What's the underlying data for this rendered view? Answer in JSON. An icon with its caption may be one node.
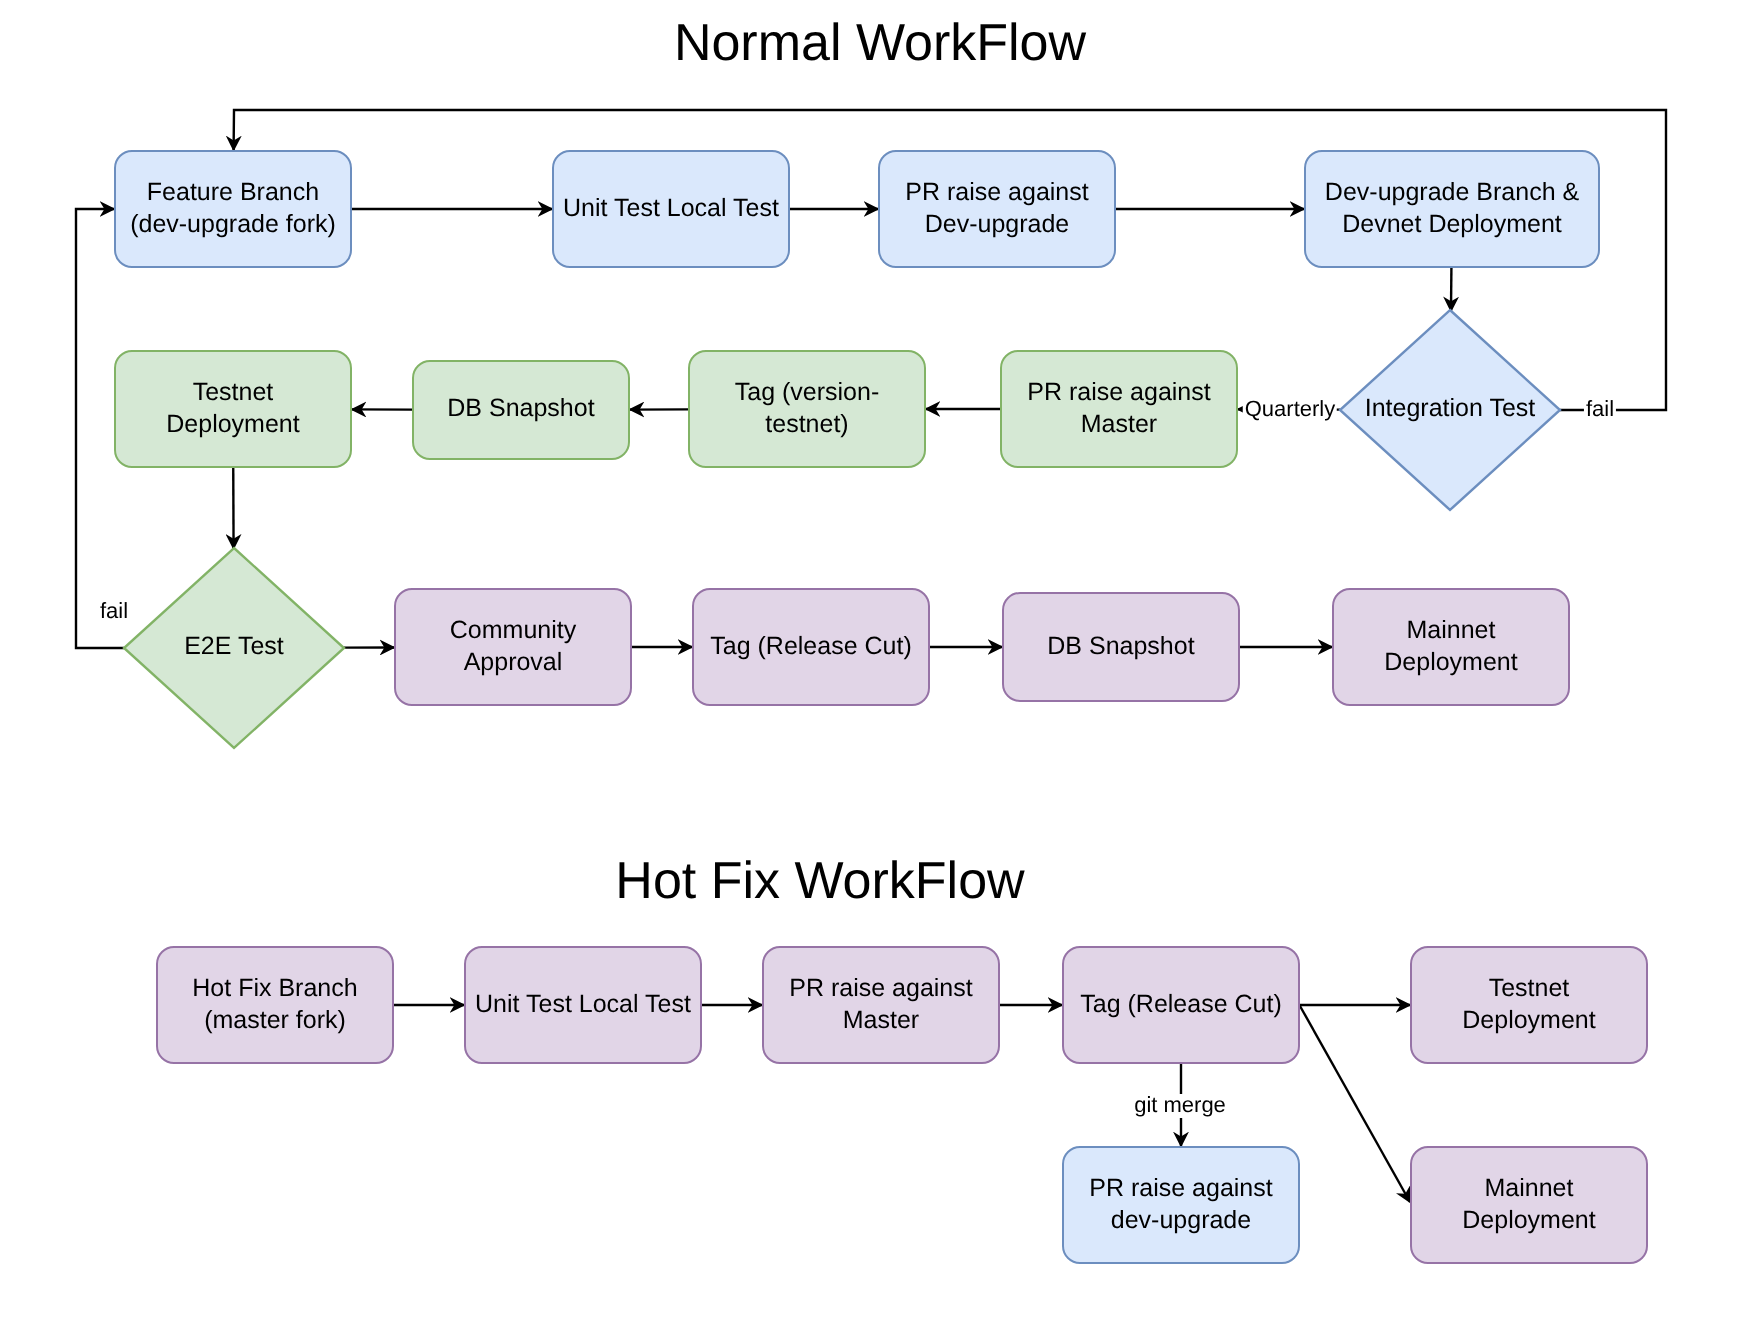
{
  "diagram": {
    "title": "Normal WorkFlow",
    "nodes": [
      {
        "text": [
          "Feature Branch (dev-upgrade fork)"
        ]
      },
      {
        "text": [
          "Unit Test Local Test"
        ]
      },
      {
        "text": [
          "PR raise against Dev-upgrade"
        ]
      },
      {
        "text": [
          "Dev-upgrade Branch & Devnet Deployment"
        ]
      },
      {
        "text": [
          "Integration Test"
        ]
      },
      {
        "text": [
          "PR raise against Master"
        ]
      },
      {
        "text": [
          "Tag (version-testnet)"
        ]
      },
      {
        "text": [
          "DB Snapshot"
        ]
      },
      {
        "text": [
          "Testnet Deployment"
        ]
      },
      {
        "text": [
          "E2E Test"
        ]
      },
      {
        "text": [
          "Community Approval"
        ]
      },
      {
        "text": [
          "Tag (Release Cut)"
        ]
      },
      {
        "text": [
          "DB Snapshot"
        ]
      },
      {
        "text": [
          "Mainnet Deployment"
        ]
      },
      {
        "text": [
          "Hot Fix Branch (master fork)"
        ]
      },
      {
        "text": [
          "Unit Test Local Test"
        ]
      },
      {
        "text": [
          "PR raise against Master"
        ]
      },
      {
        "text": [
          "Tag (Release Cut)"
        ]
      },
      {
        "text": [
          "Testnet Deployment"
        ]
      },
      {
        "text": [
          "PR raise against dev-upgrade"
        ]
      },
      {
        "text": [
          "Mainnet Deployment"
        ]
      }
    ],
    "edges": [
      {
        "from": 0,
        "to": 1,
        "arrow": "to"
      },
      {
        "from": 1,
        "to": 2,
        "arrow": "to"
      },
      {
        "from": 2,
        "to": 3,
        "arrow": "to"
      },
      {
        "from": 3,
        "to": 4,
        "arrow": "to"
      },
      {
        "from": 4,
        "to": 5,
        "arrow": "to",
        "label": "Quarterly"
      },
      {
        "from": 4,
        "to": 0,
        "arrow": "to",
        "label": "fail"
      },
      {
        "from": 5,
        "to": 6,
        "arrow": "to"
      },
      {
        "from": 6,
        "to": 7,
        "arrow": "to"
      },
      {
        "from": 7,
        "to": 8,
        "arrow": "to"
      },
      {
        "from": 8,
        "to": 9,
        "arrow": "to"
      },
      {
        "from": 9,
        "to": 0,
        "arrow": "to",
        "label": "fail"
      },
      {
        "from": 9,
        "to": 10,
        "arrow": "to"
      },
      {
        "from": 10,
        "to": 11,
        "arrow": "to"
      },
      {
        "from": 11,
        "to": 12,
        "arrow": "to"
      },
      {
        "from": 12,
        "to": 13,
        "arrow": "to"
      },
      {
        "from": 14,
        "to": 15,
        "arrow": "to"
      },
      {
        "from": 15,
        "to": 16,
        "arrow": "to"
      },
      {
        "from": 16,
        "to": 17,
        "arrow": "to"
      },
      {
        "from": 17,
        "to": 18,
        "arrow": "to"
      },
      {
        "from": 17,
        "to": 19,
        "arrow": "to",
        "label": "git merge"
      },
      {
        "from": 17,
        "to": 20,
        "arrow": "to"
      }
    ],
    "labels": [
      "Hot Fix WorkFlow"
    ]
  }
}
